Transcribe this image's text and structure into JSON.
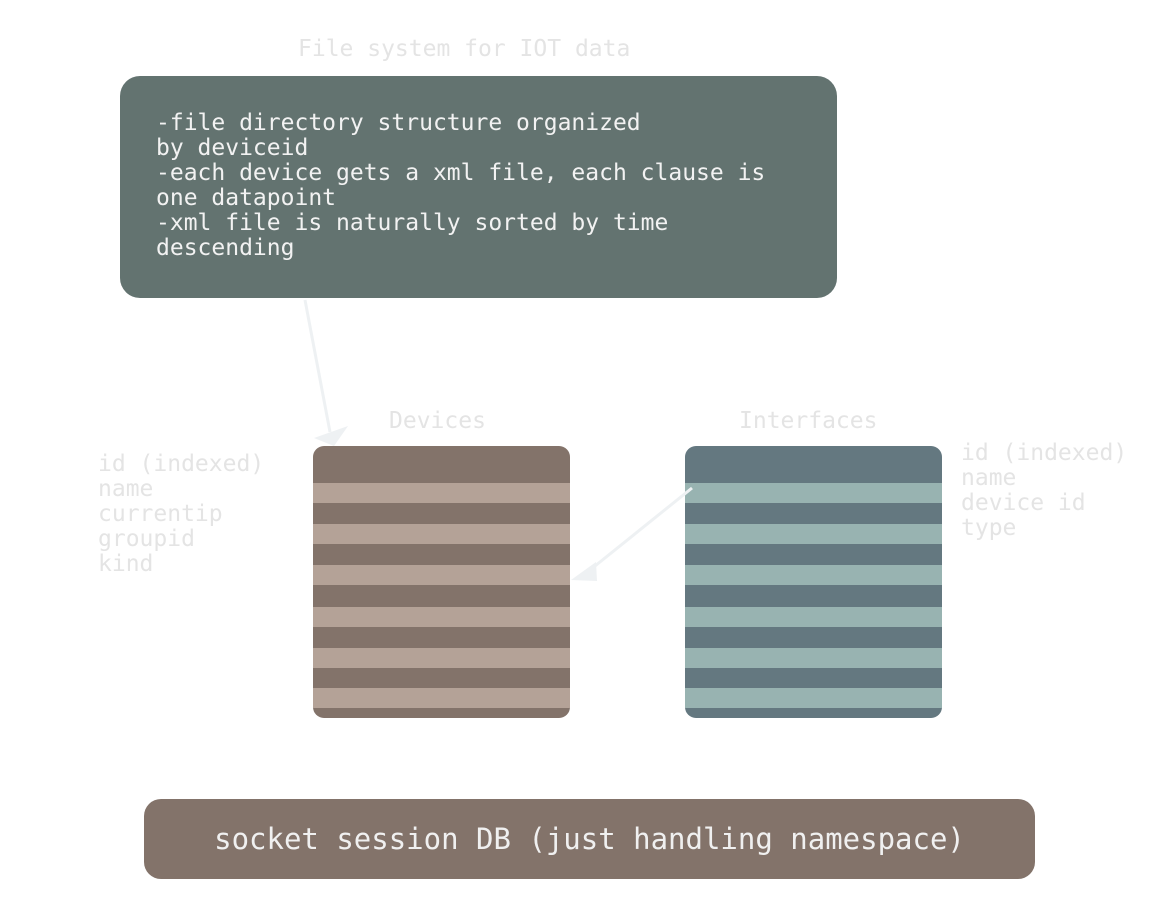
{
  "filesystem": {
    "title": "File system for IOT data",
    "notes": "-file directory structure organized\nby deviceid\n-each device gets a xml file, each clause is\none datapoint\n-xml file is naturally sorted by time\ndescending"
  },
  "devices": {
    "title": "Devices",
    "fields": "id (indexed)\nname\ncurrentip\ngroupid\nkind"
  },
  "interfaces": {
    "title": "Interfaces",
    "fields": "id (indexed)\nname\ndevice id\ntype"
  },
  "session_db": {
    "label": "socket session DB (just handling namespace)"
  },
  "colors": {
    "slate_box": "#637370",
    "brown_box": "#83736a",
    "brown_stripe": "#b4a297",
    "blue_box": "#647880",
    "blue_stripe": "#98b3b1",
    "faint_text": "#e4e4e4",
    "arrow": "#eef1f3"
  }
}
